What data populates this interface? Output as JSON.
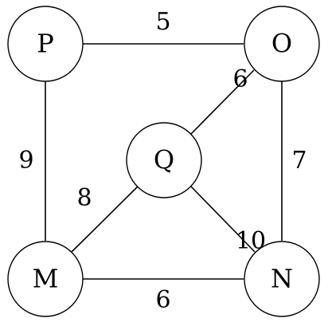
{
  "graph": {
    "nodes": [
      {
        "id": "P",
        "label": "P"
      },
      {
        "id": "O",
        "label": "O"
      },
      {
        "id": "Q",
        "label": "Q"
      },
      {
        "id": "M",
        "label": "M"
      },
      {
        "id": "N",
        "label": "N"
      }
    ],
    "edges": [
      {
        "from": "P",
        "to": "O",
        "weight": "5"
      },
      {
        "from": "O",
        "to": "Q",
        "weight": "6"
      },
      {
        "from": "P",
        "to": "M",
        "weight": "9"
      },
      {
        "from": "O",
        "to": "N",
        "weight": "7"
      },
      {
        "from": "M",
        "to": "Q",
        "weight": "8"
      },
      {
        "from": "Q",
        "to": "N",
        "weight": "10"
      },
      {
        "from": "M",
        "to": "N",
        "weight": "6"
      }
    ]
  }
}
